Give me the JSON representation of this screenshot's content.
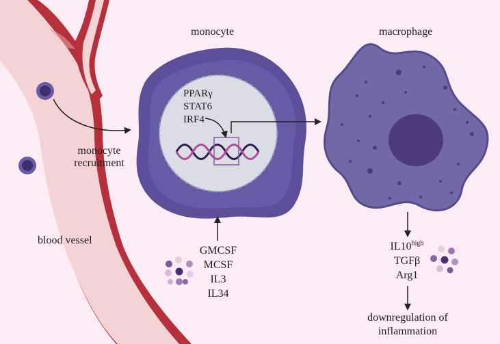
{
  "labels": {
    "monocyte": "monocyte",
    "macrophage": "macrophage",
    "recruitment_line1": "monocyte",
    "recruitment_line2": "recruitment",
    "blood_vessel": "blood vessel",
    "tf_1": "PPARγ",
    "tf_2": "STAT6",
    "tf_3": "IRF4",
    "inputs": [
      "GMCSF",
      "MCSF",
      "IL3",
      "IL34"
    ],
    "outputs": {
      "il10_base": "IL10",
      "il10_sup": "high",
      "tgfb": "TGFβ",
      "arg1": "Arg1"
    },
    "result_line1": "downregulation of",
    "result_line2": "inflammation"
  },
  "colors": {
    "background": "#fcecf5",
    "vessel_wall": "#b5303a",
    "vessel_lumen": "#f3d3d3",
    "monocyte_outer": "#5c4e98",
    "nucleus": "#dcdce4",
    "macrophage_body": "#7268a8",
    "macrophage_nucleus": "#4e3a7a",
    "dna_strand_a": "#2a1e55",
    "dna_strand_b": "#b04a9a"
  }
}
